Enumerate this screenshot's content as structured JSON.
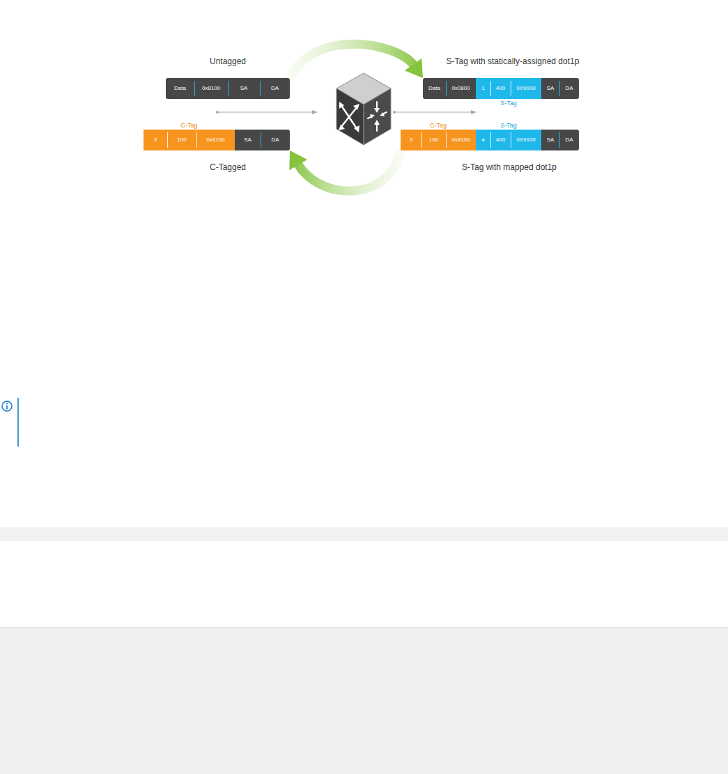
{
  "diagram": {
    "nodes": [
      {
        "text": [
          "Untagged"
        ]
      },
      {
        "text": [
          "Data"
        ],
        "in": 0
      },
      {
        "text": [
          "0x8100"
        ],
        "in": 0
      },
      {
        "text": [
          "SA"
        ],
        "in": 0
      },
      {
        "text": [
          "DA"
        ],
        "in": 0
      },
      {
        "text": [
          "S-Tag with statically-assigned dot1p"
        ]
      },
      {
        "text": [
          "Data"
        ],
        "in": 5
      },
      {
        "text": [
          "0x0800"
        ],
        "in": 5
      },
      {
        "text": [
          "S-Tag"
        ],
        "in": 5
      },
      {
        "text": [
          "1"
        ],
        "in": 8
      },
      {
        "text": [
          "400"
        ],
        "in": 8
      },
      {
        "text": [
          "0X9100"
        ],
        "in": 8
      },
      {
        "text": [
          "SA"
        ],
        "in": 5
      },
      {
        "text": [
          "DA"
        ],
        "in": 5
      },
      {
        "text": [
          "C-Tagged"
        ]
      },
      {
        "text": [
          "C-Tag"
        ],
        "in": 14
      },
      {
        "text": [
          "3"
        ],
        "in": 15
      },
      {
        "text": [
          "100"
        ],
        "in": 15
      },
      {
        "text": [
          "0x8100"
        ],
        "in": 15
      },
      {
        "text": [
          "SA"
        ],
        "in": 14
      },
      {
        "text": [
          "DA"
        ],
        "in": 14
      },
      {
        "text": [
          "S-Tag with mapped dot1p"
        ]
      },
      {
        "text": [
          "C-Tag"
        ],
        "in": 21
      },
      {
        "text": [
          "3"
        ],
        "in": 22
      },
      {
        "text": [
          "100"
        ],
        "in": 22
      },
      {
        "text": [
          "0x8100"
        ],
        "in": 22
      },
      {
        "text": [
          "S-Tag"
        ],
        "in": 21
      },
      {
        "text": [
          "4"
        ],
        "in": 26
      },
      {
        "text": [
          "400"
        ],
        "in": 26
      },
      {
        "text": [
          "0X9100"
        ],
        "in": 26
      },
      {
        "text": [
          "SA"
        ],
        "in": 21
      },
      {
        "text": [
          "DA"
        ],
        "in": 21
      }
    ],
    "edges": [
      {
        "from": 0,
        "to": 5,
        "arrow": "to"
      },
      {
        "from": 21,
        "to": 14,
        "arrow": "to"
      }
    ]
  }
}
